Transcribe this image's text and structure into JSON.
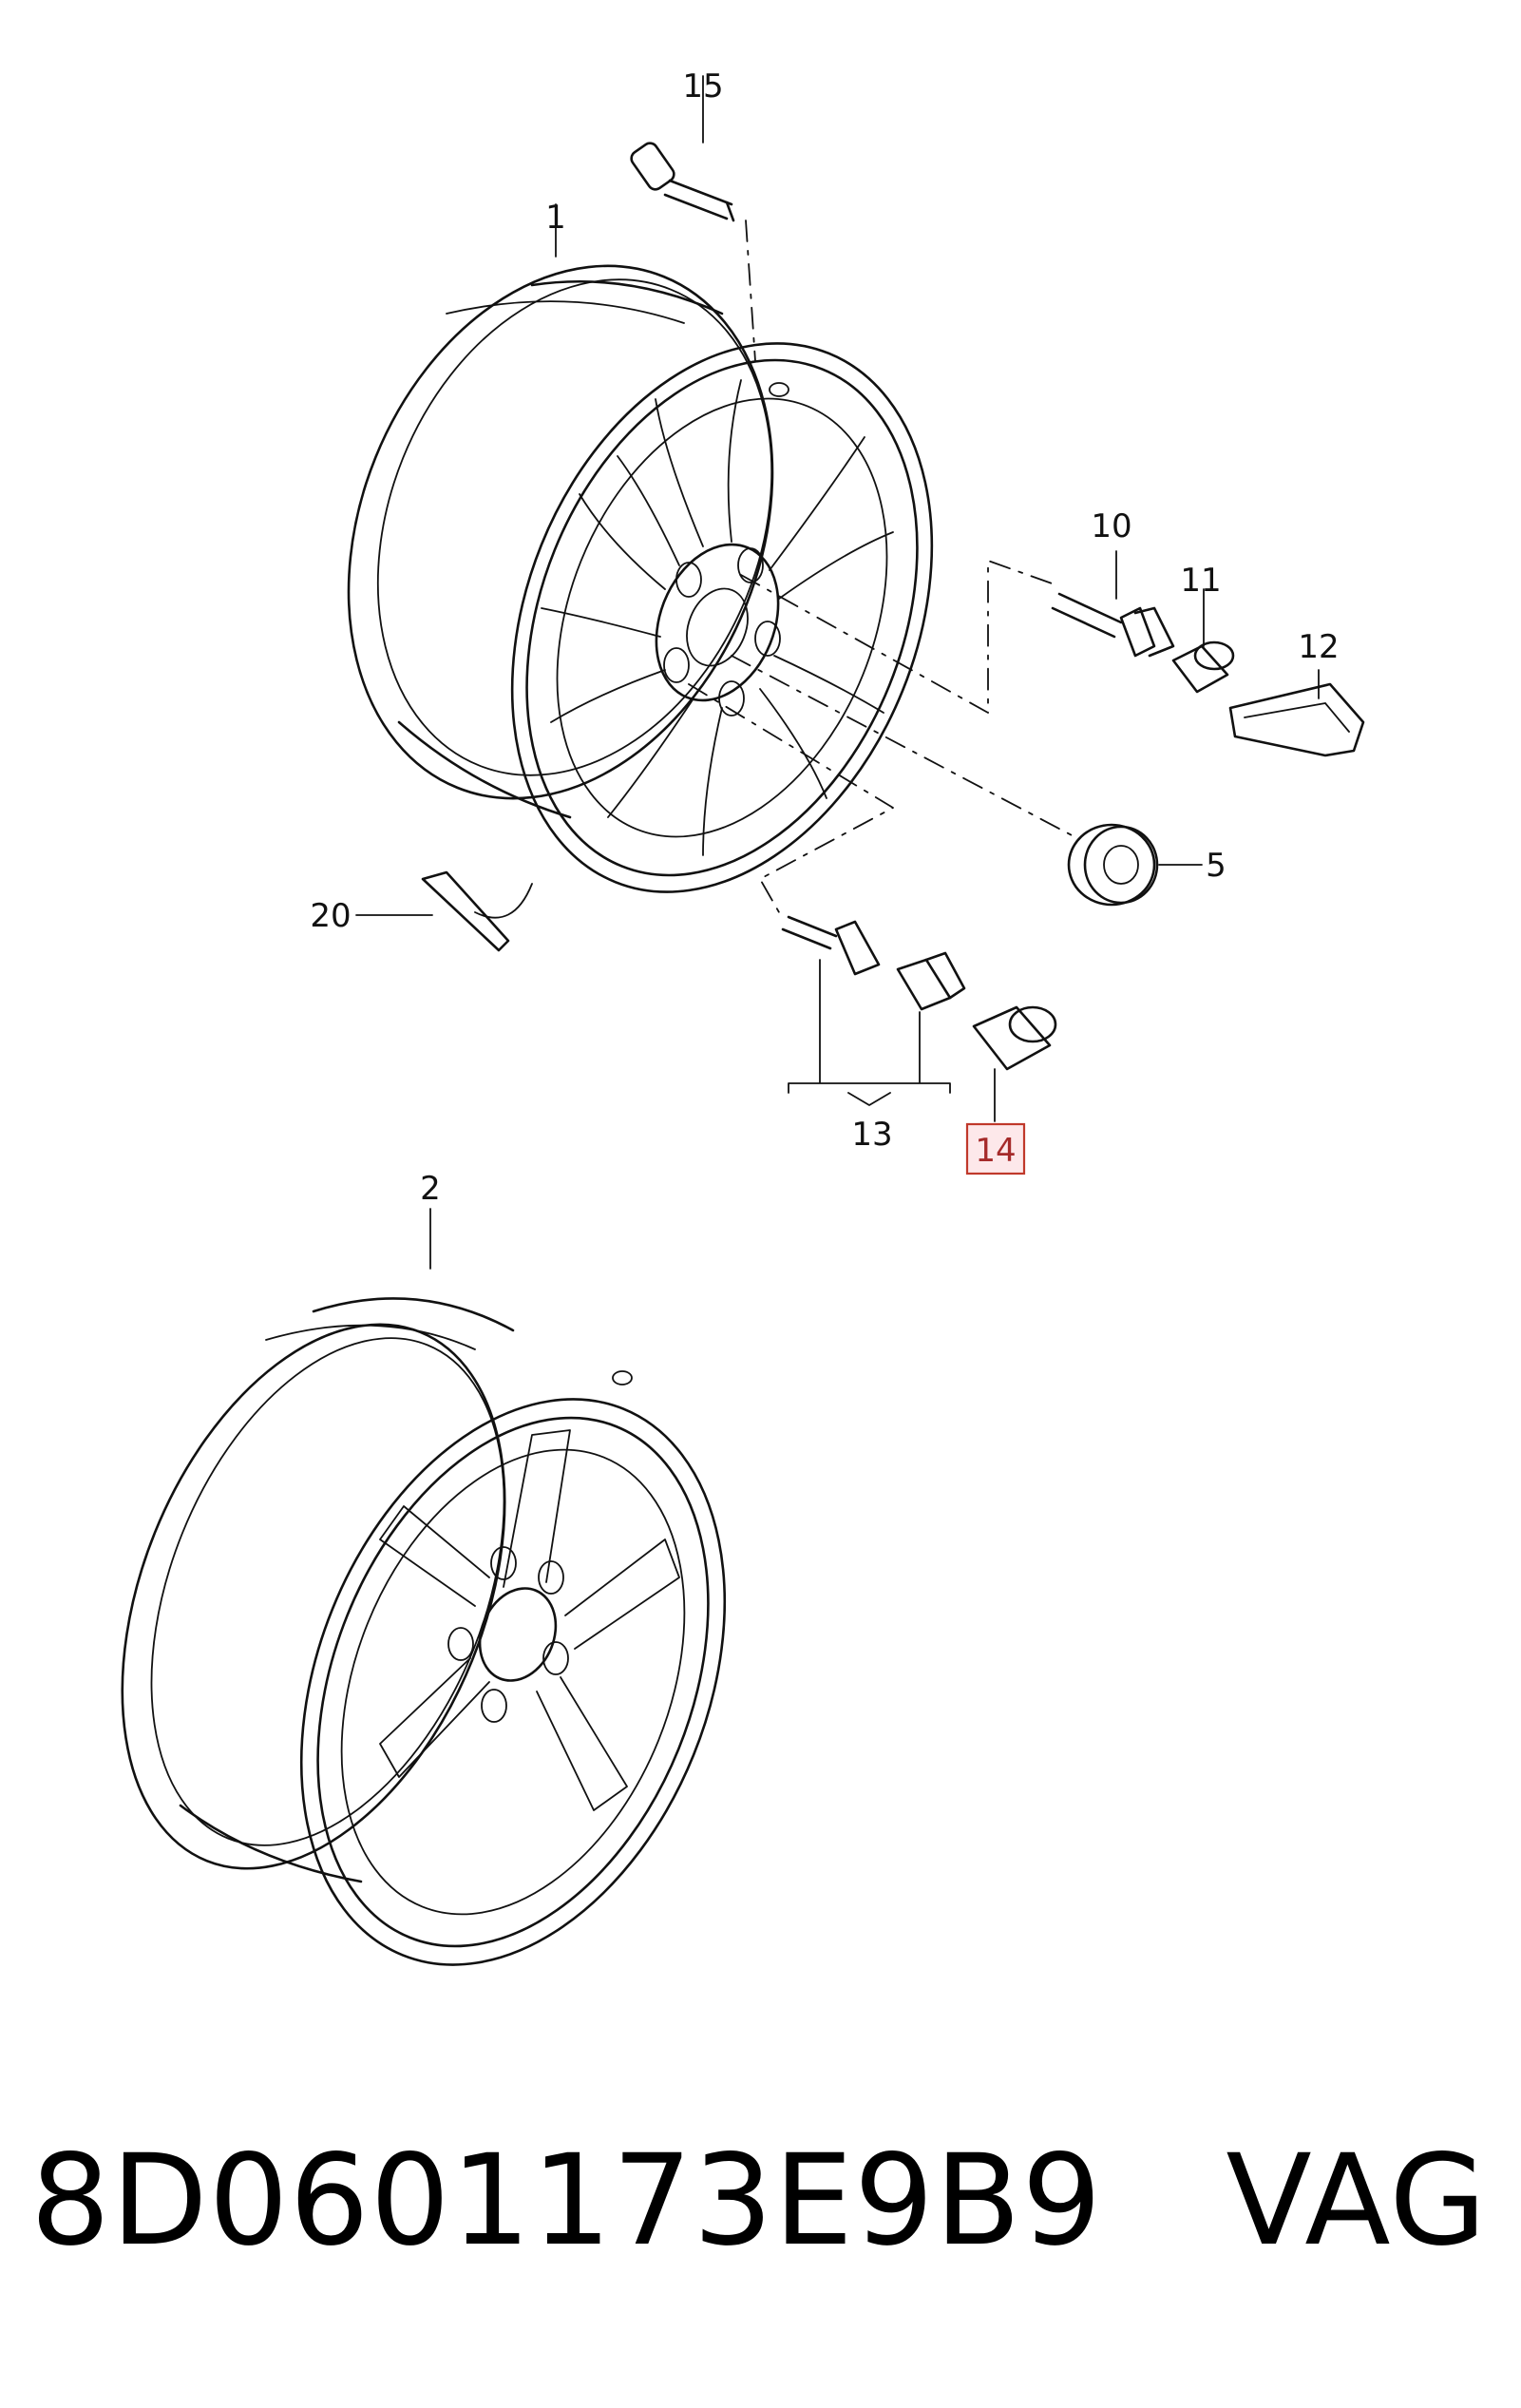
{
  "labels": {
    "c1": "1",
    "c2": "2",
    "c5": "5",
    "c10": "10",
    "c11": "11",
    "c12": "12",
    "c13": "13",
    "c14": "14",
    "c15": "15",
    "c20": "20"
  },
  "highlighted_callout": "14",
  "footer": {
    "part_number": "8D0601173E9B9",
    "brand": "VAG"
  },
  "colors": {
    "line": "#111111",
    "highlight_border": "#c0392b",
    "highlight_fill": "#fde8ea"
  }
}
